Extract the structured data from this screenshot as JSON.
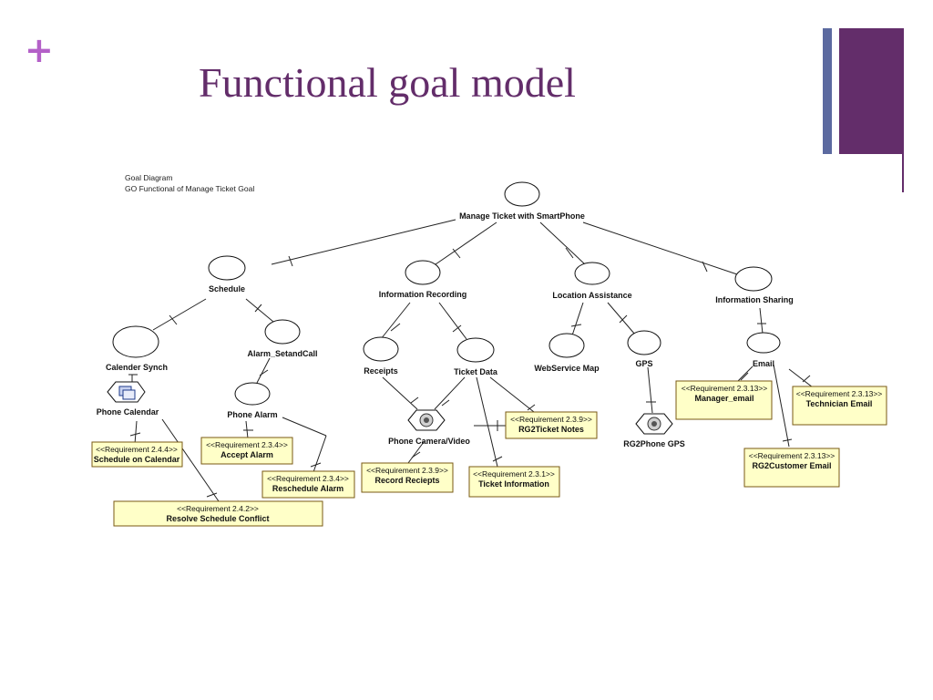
{
  "slide": {
    "plus": "+",
    "title": "Functional goal model"
  },
  "diagram": {
    "header_line1": "Goal Diagram",
    "header_line2": "GO Functional of Manage Ticket Goal",
    "goals": {
      "root": "Manage Ticket with SmartPhone",
      "schedule": "Schedule",
      "info_recording": "Information Recording",
      "location": "Location Assistance",
      "info_sharing": "Information Sharing",
      "calender_synch": "Calender Synch",
      "alarm_setandcall": "Alarm_SetandCall",
      "receipts": "Receipts",
      "ticket_data": "Ticket Data",
      "webservice_map": "WebService Map",
      "gps": "GPS",
      "email": "Email",
      "phone_alarm": "Phone Alarm"
    },
    "actors": {
      "phone_calendar": "Phone Calendar",
      "phone_camera": "Phone Camera/Video",
      "rg2phone_gps": "RG2Phone GPS"
    },
    "requirements": {
      "schedule_on_calendar": {
        "tag": "<<Requirement 2.4.4>>",
        "name": "Schedule on Calendar"
      },
      "accept_alarm": {
        "tag": "<<Requirement 2.3.4>>",
        "name": "Accept Alarm"
      },
      "reschedule_alarm": {
        "tag": "<<Requirement 2.3.4>>",
        "name": "Reschedule Alarm"
      },
      "resolve_conflict": {
        "tag": "<<Requirement 2.4.2>>",
        "name": "Resolve Schedule Conflict"
      },
      "record_receipts": {
        "tag": "<<Requirement 2.3.9>>",
        "name": "Record Reciepts"
      },
      "ticket_information": {
        "tag": "<<Requirement 2.3.1>>",
        "name": "Ticket Information"
      },
      "ticket_notes": {
        "tag": "<<Requirement 2.3.9>>",
        "name": "RG2Ticket Notes"
      },
      "manager_email": {
        "tag": "<<Requirement 2.3.13>>",
        "name": "Manager_email"
      },
      "technician_email": {
        "tag": "<<Requirement 2.3.13>>",
        "name": "Technician Email"
      },
      "customer_email": {
        "tag": "<<Requirement 2.3.13>>",
        "name": "RG2Customer Email"
      }
    },
    "colors": {
      "title": "#632d6a",
      "plus": "#b460c8",
      "req_fill": "#ffffc8",
      "req_border": "#7a5a14"
    }
  }
}
